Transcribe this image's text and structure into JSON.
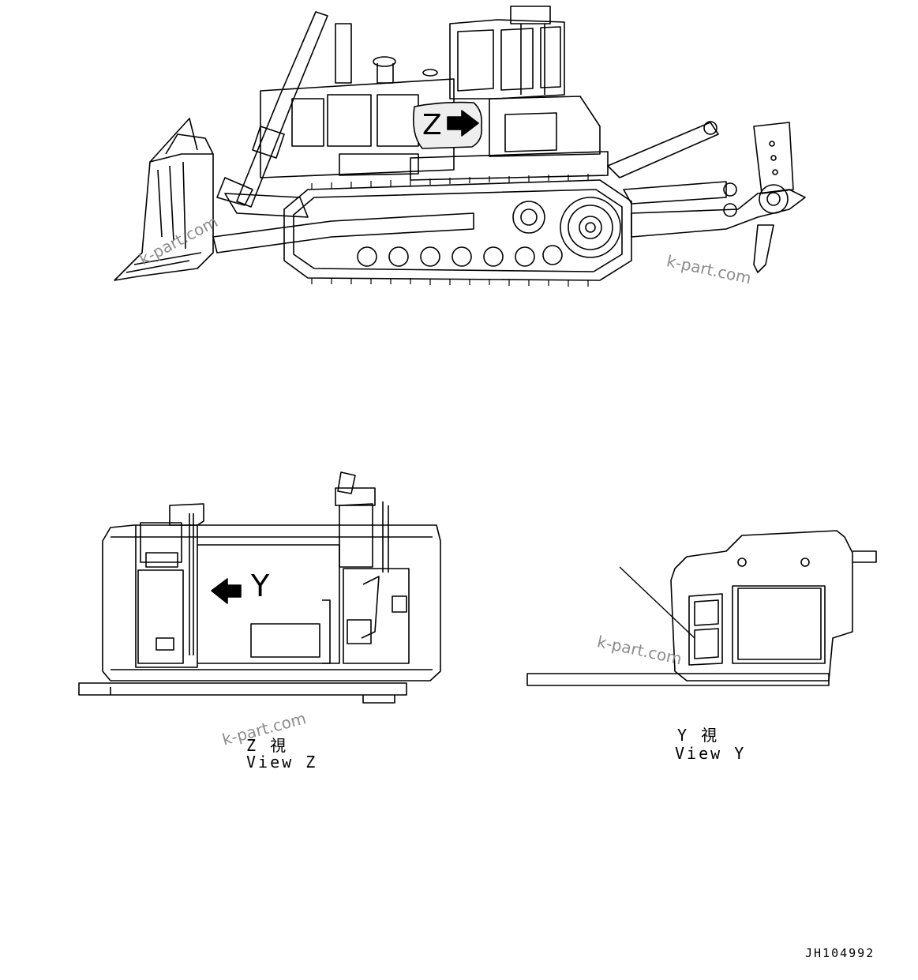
{
  "callouts": {
    "z": "Z",
    "y": "Y"
  },
  "view_z": {
    "line1": "Z 視",
    "line2": "View Z"
  },
  "view_y": {
    "line1": "Y 視",
    "line2": "View Y"
  },
  "watermark": "k-part.com",
  "drawing_code": "JH104992",
  "colors": {
    "line": "#000000",
    "callout_fill": "#eeeeee",
    "watermark": "#8c8c8c"
  }
}
